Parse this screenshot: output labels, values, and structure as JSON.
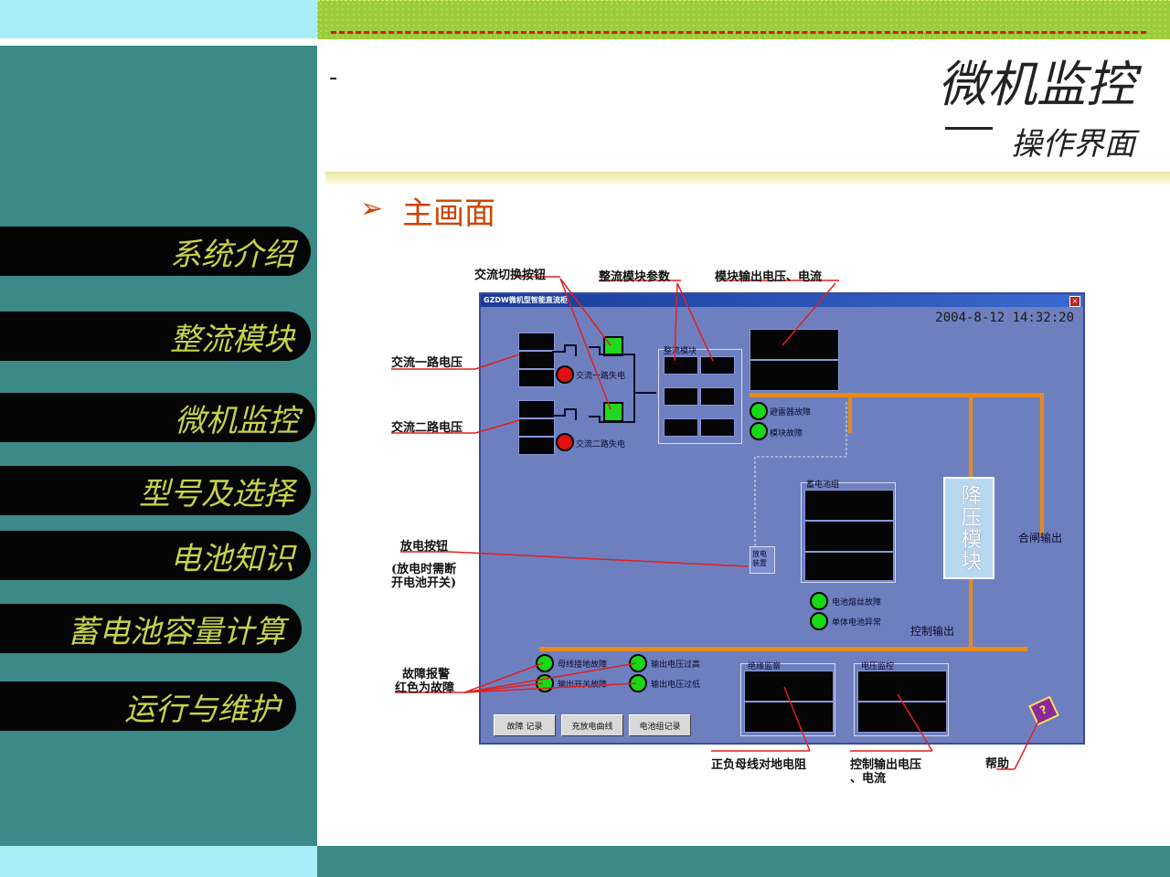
{
  "slide": {
    "dash": "-",
    "title_main": "微机监控",
    "title_sub": "操作界面",
    "heading": "主画面",
    "heading_arrow": "➢"
  },
  "sidebar": {
    "items": [
      {
        "label": "系统介绍"
      },
      {
        "label": "整流模块"
      },
      {
        "label": "微机监控"
      },
      {
        "label": "型号及选择"
      },
      {
        "label": "电池知识"
      },
      {
        "label": "蓄电池容量计算"
      },
      {
        "label": "运行与维护"
      }
    ]
  },
  "window": {
    "title": "GZDW微机型智能直流柜",
    "close_glyph": "×",
    "datetime": "2004-8-12 14:32:20",
    "ac1_fault": "交流一路失电",
    "ac2_fault": "交流二路失电",
    "rect_module_title": "整流模块",
    "lightning_fault": "避雷器故障",
    "module_fault": "模块故障",
    "battery_group_title": "蓄电池组",
    "discharge_device": "放电装置",
    "buck_module": "降压模块",
    "closing_output": "合闸输出",
    "battery_fuse_fault": "电池熔丝故障",
    "cell_abnormal": "单体电池异常",
    "control_output": "控制输出",
    "bus_ground_fault": "母线接地故障",
    "output_switch_fault": "输出开关故障",
    "output_voltage_high": "输出电压过高",
    "output_voltage_low": "输出电压过低",
    "insulation_monitor": "绝缘监察",
    "voltage_monitor": "电压监控",
    "buttons": {
      "fault_record": "故障 记录",
      "charge_curve": "充放电曲线",
      "battery_record": "电池组记录"
    },
    "help_glyph": "?"
  },
  "callouts": {
    "ac_switch_button": "交流切换按钮",
    "rect_module_params": "整流模块参数",
    "module_output": "模块输出电压、电流",
    "ac1_voltage": "交流一路电压",
    "ac2_voltage": "交流二路电压",
    "discharge_button": "放电按钮",
    "discharge_note_1": "(放电时需断",
    "discharge_note_2": "开电池开关)",
    "fault_alarm_1": "故障报警",
    "fault_alarm_2": "红色为故障",
    "positive_bus_resistance": "正负母线对地电阻",
    "control_output_vi_1": "控制输出电压",
    "control_output_vi_2": "、电流",
    "help": "帮助"
  },
  "colors": {
    "sidebar_bg": "#3c8a87",
    "sidebar_text": "#c8d24a",
    "window_bg": "#6e7fc0",
    "bus": "#e88a18",
    "lamp_green": "#18d818",
    "lamp_red": "#e01010",
    "heading": "#cc4400"
  }
}
